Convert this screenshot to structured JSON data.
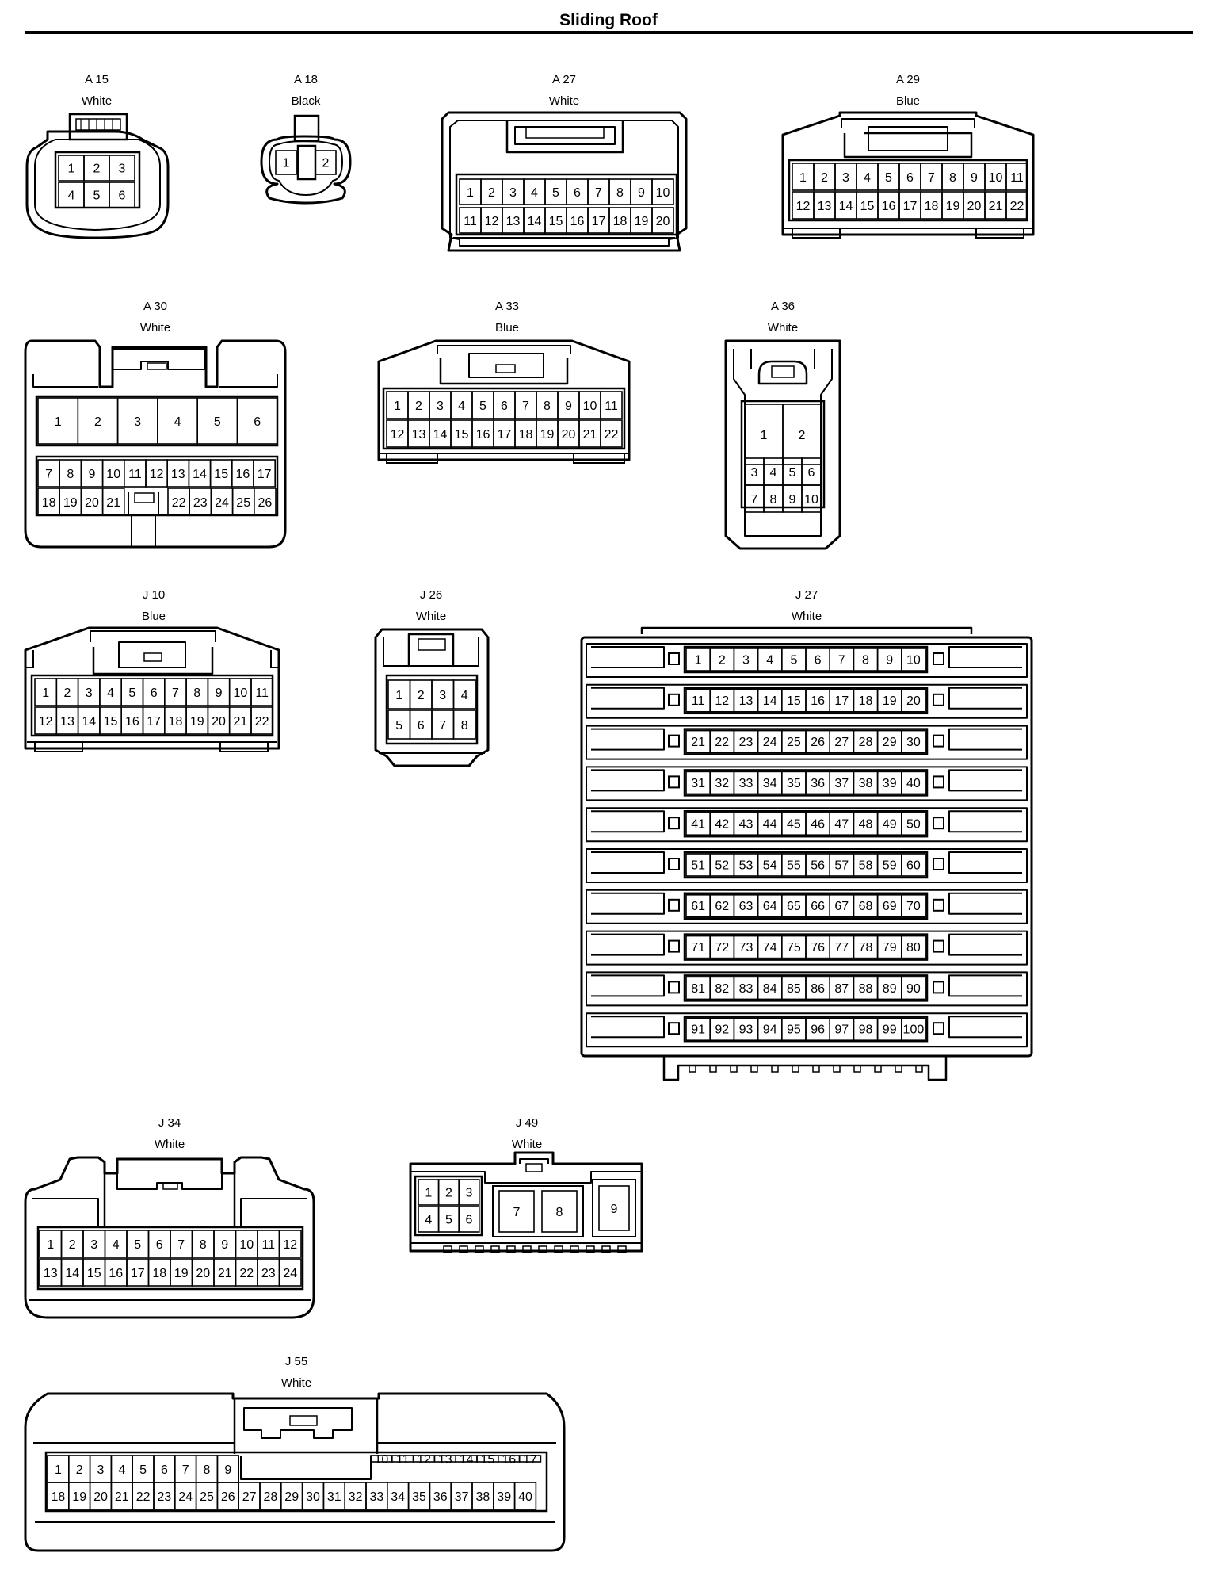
{
  "title": "Sliding Roof",
  "connectors": [
    {
      "id": "A 15",
      "color": "White"
    },
    {
      "id": "A 18",
      "color": "Black"
    },
    {
      "id": "A 27",
      "color": "White"
    },
    {
      "id": "A 29",
      "color": "Blue"
    },
    {
      "id": "A 30",
      "color": "White"
    },
    {
      "id": "A 33",
      "color": "Blue"
    },
    {
      "id": "A 36",
      "color": "White"
    },
    {
      "id": "J 10",
      "color": "Blue"
    },
    {
      "id": "J 26",
      "color": "White"
    },
    {
      "id": "J 27",
      "color": "White"
    },
    {
      "id": "J 34",
      "color": "White"
    },
    {
      "id": "J 49",
      "color": "White"
    },
    {
      "id": "J 55",
      "color": "White"
    }
  ]
}
